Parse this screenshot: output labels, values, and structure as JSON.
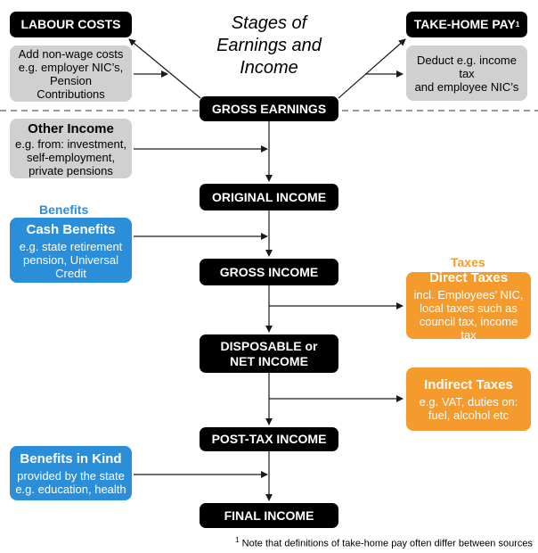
{
  "title": [
    "Stages of",
    "Earnings and",
    "Income"
  ],
  "labour_costs": {
    "label": "LABOUR COSTS",
    "note": [
      "Add non-wage costs",
      "e.g. employer NIC’s,",
      "Pension",
      "Contributions"
    ]
  },
  "take_home_pay": {
    "label": "TAKE-HOME PAY",
    "footnote_mark": "1",
    "note": [
      "Deduct e.g. income tax",
      "and employee NIC’s"
    ]
  },
  "stages": [
    "GROSS EARNINGS",
    "ORIGINAL INCOME",
    "GROSS INCOME",
    "DISPOSABLE or NET INCOME",
    "POST-TAX INCOME",
    "FINAL INCOME"
  ],
  "other_income": {
    "head": "Other Income",
    "lines": [
      "e.g. from: investment,",
      "self-employment,",
      "private pensions"
    ]
  },
  "benefits_label": "Benefits",
  "cash_benefits": {
    "head": "Cash Benefits",
    "lines": [
      "e.g. state retirement",
      "pension, Universal",
      "Credit"
    ]
  },
  "taxes_label": "Taxes",
  "direct_taxes": {
    "head": "Direct Taxes",
    "lines": [
      "incl. Employees’ NIC,",
      "local taxes such as",
      "council tax, income tax"
    ]
  },
  "indirect_taxes": {
    "head": "Indirect Taxes",
    "lines": [
      "e.g. VAT, duties on:",
      "fuel, alcohol etc"
    ]
  },
  "benefits_in_kind": {
    "head": "Benefits in Kind",
    "lines": [
      "provided by the state",
      "e.g. education, health"
    ]
  },
  "footnote": {
    "mark": "1",
    "text": " Note that definitions of take-home pay often differ between sources"
  },
  "colors": {
    "black_box": "#000000",
    "grey_box": "#d0d0d0",
    "blue": "#2b8ed9",
    "orange": "#f59a2c",
    "connector": "#1a1a1a",
    "divider": "#777777"
  }
}
